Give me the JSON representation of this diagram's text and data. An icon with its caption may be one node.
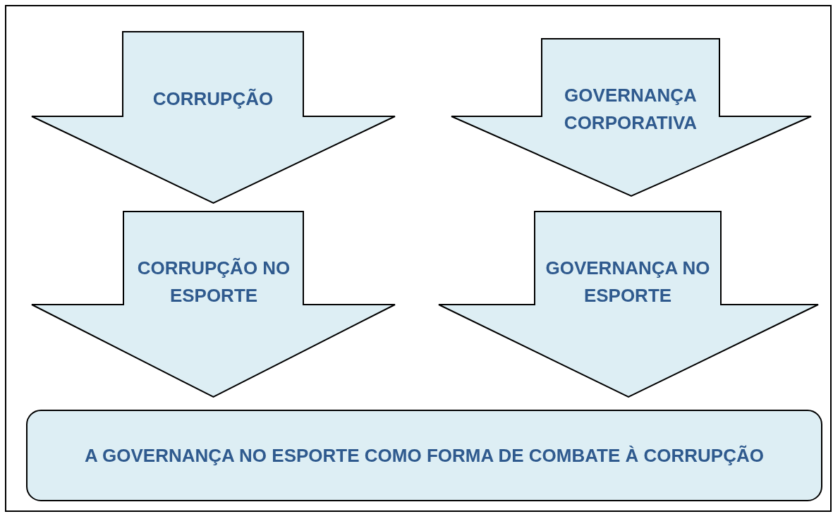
{
  "diagram": {
    "nodes": [
      {
        "text": [
          "CORRUPÇÃO"
        ]
      },
      {
        "text": [
          "GOVERNANÇA CORPORATIVA"
        ]
      },
      {
        "text": [
          "CORRUPÇÃO NO ESPORTE"
        ]
      },
      {
        "text": [
          "GOVERNANÇA NO ESPORTE"
        ]
      },
      {
        "text": [
          "A GOVERNANÇA NO ESPORTE COMO FORMA DE COMBATE À CORRUPÇÃO"
        ]
      }
    ]
  }
}
